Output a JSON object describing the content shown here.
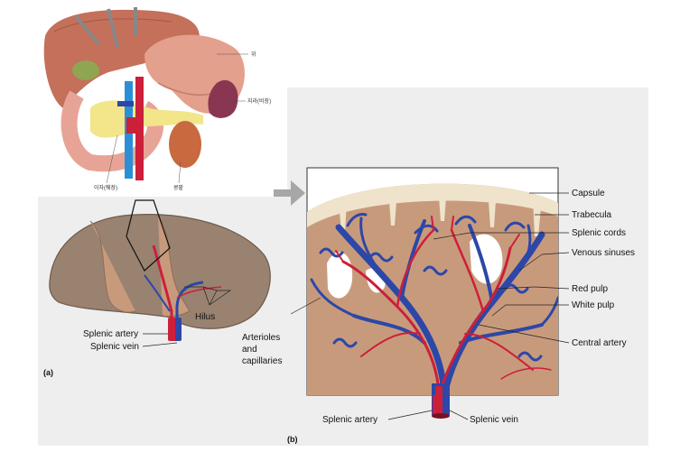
{
  "colors": {
    "artery": "#cc1f3a",
    "vein": "#2c47a8",
    "tissue": "#c89a7c",
    "capsule": "#efe3cb",
    "panel_bg": "#eeeeee",
    "liver": "#c4705a",
    "stomach": "#e3a08d",
    "pancreas": "#f2e58a",
    "gallbladder": "#8fa552",
    "pointer_arrow": "#a7a7a7"
  },
  "figure": {
    "panel_a_tag": "(a)",
    "panel_b_tag": "(b)"
  },
  "top_illustration": {
    "labels": {
      "stomach": "위",
      "spleen": "지라(비장)",
      "pancreas": "이자(췌장)",
      "kidney": "콩팥"
    }
  },
  "panel_a": {
    "labels": {
      "splenic_artery": "Splenic artery",
      "splenic_vein": "Splenic vein",
      "hilus": "Hilus"
    }
  },
  "panel_b": {
    "labels": {
      "capsule": "Capsule",
      "trabecula": "Trabecula",
      "splenic_cords": "Splenic cords",
      "venous_sinuses": "Venous sinuses",
      "red_pulp": "Red pulp",
      "white_pulp": "White pulp",
      "central_artery": "Central artery",
      "arterioles_line1": "Arterioles",
      "arterioles_line2": "and",
      "arterioles_line3": "capillaries",
      "splenic_artery": "Splenic artery",
      "splenic_vein": "Splenic vein"
    }
  }
}
